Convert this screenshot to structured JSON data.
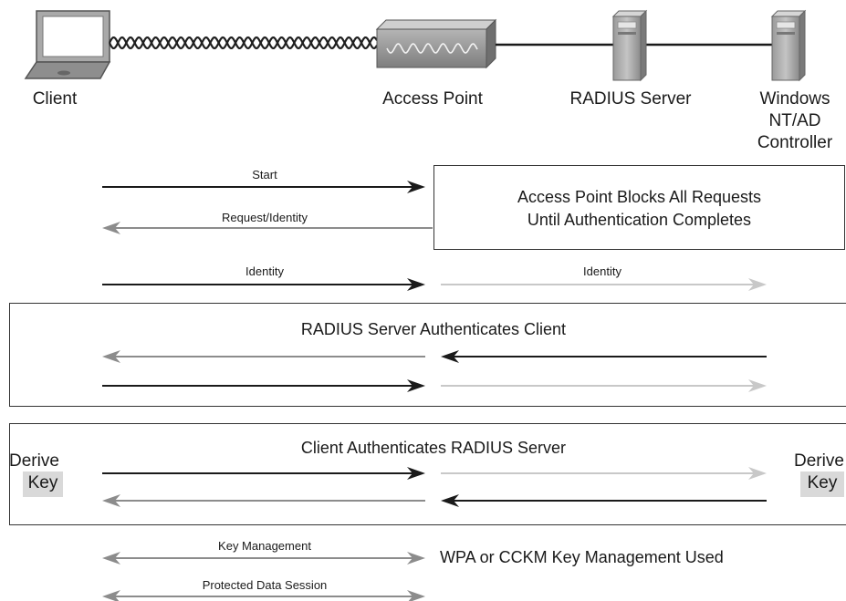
{
  "devices": {
    "client": "Client",
    "access_point": "Access Point",
    "radius_server": "RADIUS Server",
    "controller_lines": [
      "Windows",
      "NT/AD",
      "Controller"
    ]
  },
  "messages": {
    "start": "Start",
    "request_identity": "Request/Identity",
    "identity_left": "Identity",
    "identity_right": "Identity",
    "key_management": "Key Management",
    "protected_session": "Protected Data Session"
  },
  "boxes": {
    "ap_blocks_line1": "Access Point Blocks All Requests",
    "ap_blocks_line2": "Until Authentication Completes",
    "radius_auth_client": "RADIUS Server Authenticates Client",
    "client_auth_radius": "Client Authenticates RADIUS Server"
  },
  "derive": {
    "left_label": "Derive",
    "left_key": "Key",
    "right_label": "Derive",
    "right_key": "Key"
  },
  "notes": {
    "wpa_cckm": "WPA or CCKM Key Management Used"
  },
  "colors": {
    "dark_arrow": "#1a1a1a",
    "gray_arrow": "#8c8c8c",
    "light_arrow": "#c8c8c8",
    "key_fill": "#d9d9d9"
  }
}
